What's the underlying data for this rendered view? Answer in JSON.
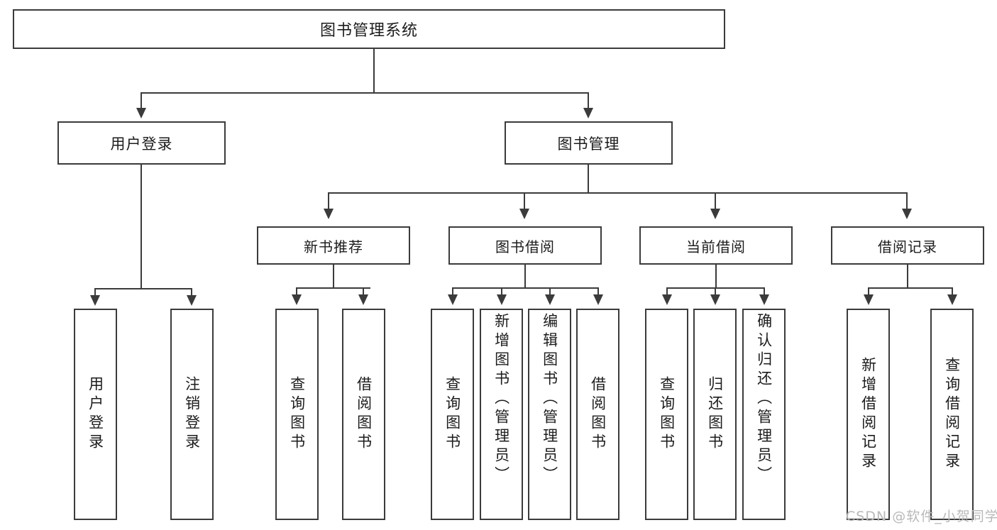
{
  "diagram": {
    "title": "图书管理系统",
    "type": "tree",
    "orientation": "top-down"
  },
  "root": {
    "label": "图书管理系统"
  },
  "level2": [
    {
      "label": "用户登录"
    },
    {
      "label": "图书管理"
    }
  ],
  "level3": [
    {
      "label": "新书推荐"
    },
    {
      "label": "图书借阅"
    },
    {
      "label": "当前借阅"
    },
    {
      "label": "借阅记录"
    }
  ],
  "leaves": {
    "user_login": [
      {
        "label": "用户登录"
      },
      {
        "label": "注销登录"
      }
    ],
    "new_book_recommend": [
      {
        "label": "查询图书"
      },
      {
        "label": "借阅图书"
      }
    ],
    "book_borrow": [
      {
        "label": "查询图书"
      },
      {
        "label": "新增图书（管理员）"
      },
      {
        "label": "编辑图书（管理员）"
      },
      {
        "label": "借阅图书"
      }
    ],
    "current_borrow": [
      {
        "label": "查询图书"
      },
      {
        "label": "归还图书"
      },
      {
        "label": "确认归还（管理员）"
      }
    ],
    "borrow_record": [
      {
        "label": "新增借阅记录"
      },
      {
        "label": "查询借阅记录"
      }
    ]
  },
  "watermark": {
    "text": "CSDN @软件_小贺同学"
  },
  "colors": {
    "stroke": "#3b3b3b",
    "background": "#ffffff",
    "text": "#1c1c1c",
    "watermark": "#b9b9b9"
  }
}
